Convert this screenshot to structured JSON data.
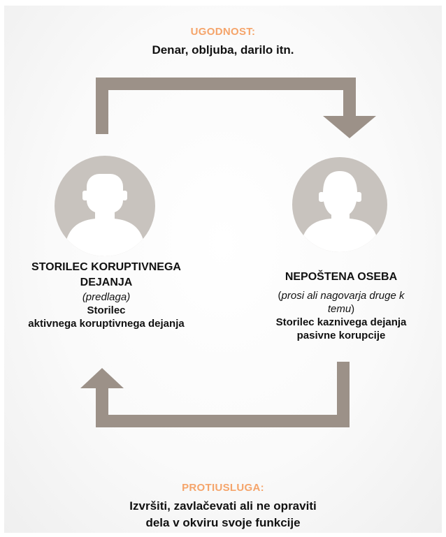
{
  "colors": {
    "accent": "#f5a46a",
    "arrow": "#9c9188",
    "avatar": "#c8c3be",
    "silhouette": "#ffffff"
  },
  "top": {
    "heading": "UGODNOST:",
    "text": "Denar, obljuba, darilo itn."
  },
  "left": {
    "icon": "person-icon",
    "title_line1": "STORILEC KORUPTIVNEGA",
    "title_line2": "DEJANJA",
    "role": "(predlaga)",
    "line1": "Storilec",
    "line2": "aktivnega koruptivnega dejanja"
  },
  "right": {
    "icon": "person-icon",
    "title": "NEPOŠTENA OSEBA",
    "role_paren_open": "(",
    "role_italic_1": "prosi ali nagovarja druge k",
    "role_italic_2": "temu",
    "role_paren_close": ")",
    "line1": "Storilec kaznivega dejanja",
    "line2": "pasivne korupcije"
  },
  "bottom": {
    "heading": "PROTIUSLUGA:",
    "line1": "Izvršiti, zavlačevati ali ne opraviti",
    "line2": "dela v okviru svoje funkcije"
  }
}
